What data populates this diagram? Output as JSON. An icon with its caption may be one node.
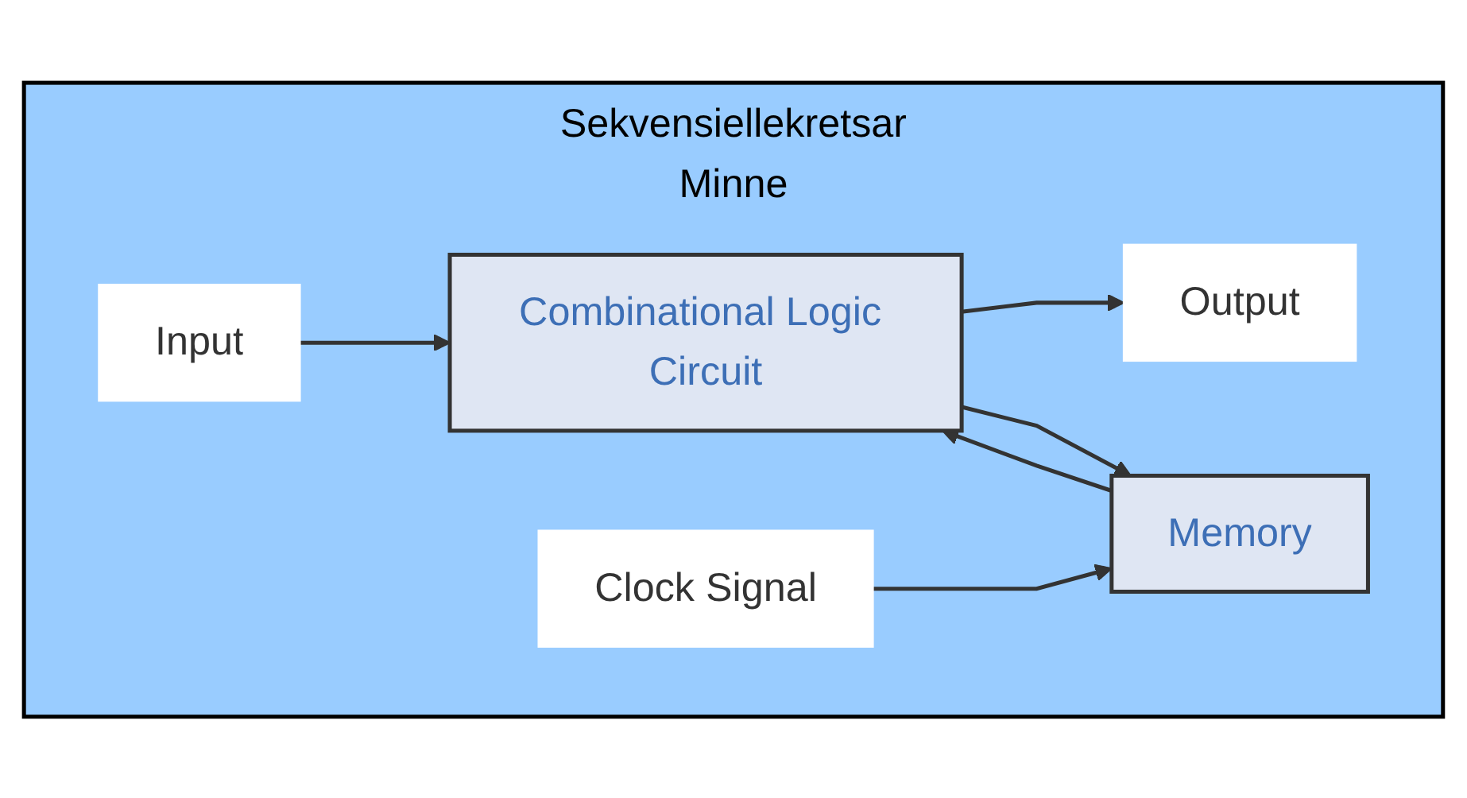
{
  "diagram": {
    "nodes": [
      {
        "text": [
          "Sekvensiellekretsar",
          "Minne"
        ]
      },
      {
        "text": [
          "Input"
        ],
        "in": 0
      },
      {
        "text": [
          "Combinational Logic Circuit"
        ],
        "in": 0
      },
      {
        "text": [
          "Output"
        ],
        "in": 0
      },
      {
        "text": [
          "Memory"
        ],
        "in": 0
      },
      {
        "text": [
          "Clock Signal"
        ],
        "in": 0
      }
    ],
    "edges": [
      {
        "from": 1,
        "to": 2,
        "arrow": "to"
      },
      {
        "from": 2,
        "to": 3,
        "arrow": "to"
      },
      {
        "from": 2,
        "to": 4,
        "arrow": "to"
      },
      {
        "from": 4,
        "to": 2,
        "arrow": "to"
      },
      {
        "from": 5,
        "to": 4,
        "arrow": "to"
      }
    ]
  }
}
